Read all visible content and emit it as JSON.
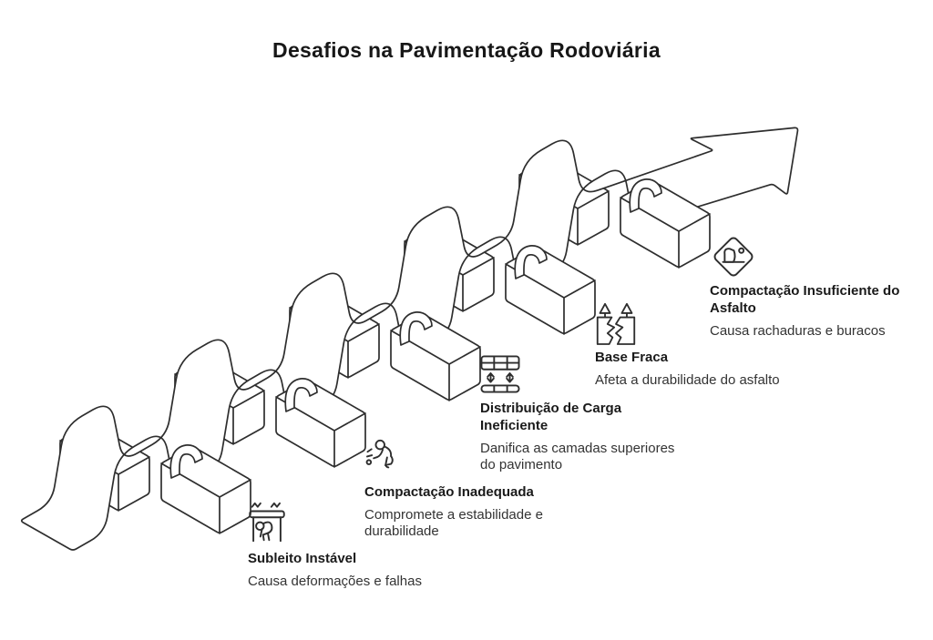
{
  "page": {
    "title": "Desafios na Pavimentação Rodoviária"
  },
  "colors": {
    "background": "#ffffff",
    "line": "#2e2e2e",
    "title_text": "#1a1a1a",
    "desc_text": "#333333"
  },
  "diagram": {
    "type": "isometric-ribbon-flow",
    "flow_direction": "bottom-left to top-right arrow",
    "steps": [
      {
        "icon": "earthquake-table-icon",
        "title": "Subleito Instável",
        "description": "Causa deformações e falhas"
      },
      {
        "icon": "crawling-person-icon",
        "title": "Compactação Inadequada",
        "description": "Compromete a estabilidade e\ndurabilidade"
      },
      {
        "icon": "load-distribution-icon",
        "title": "Distribuição de Carga\nIneficiente",
        "description": "Danifica as camadas superiores\ndo pavimento"
      },
      {
        "icon": "cracked-pillars-icon",
        "title": "Base Fraca",
        "description": "Afeta a durabilidade do asfalto"
      },
      {
        "icon": "falling-rocks-sign-icon",
        "title": "Compactação Insuficiente do\nAsfalto",
        "description": "Causa rachaduras e buracos"
      }
    ]
  }
}
